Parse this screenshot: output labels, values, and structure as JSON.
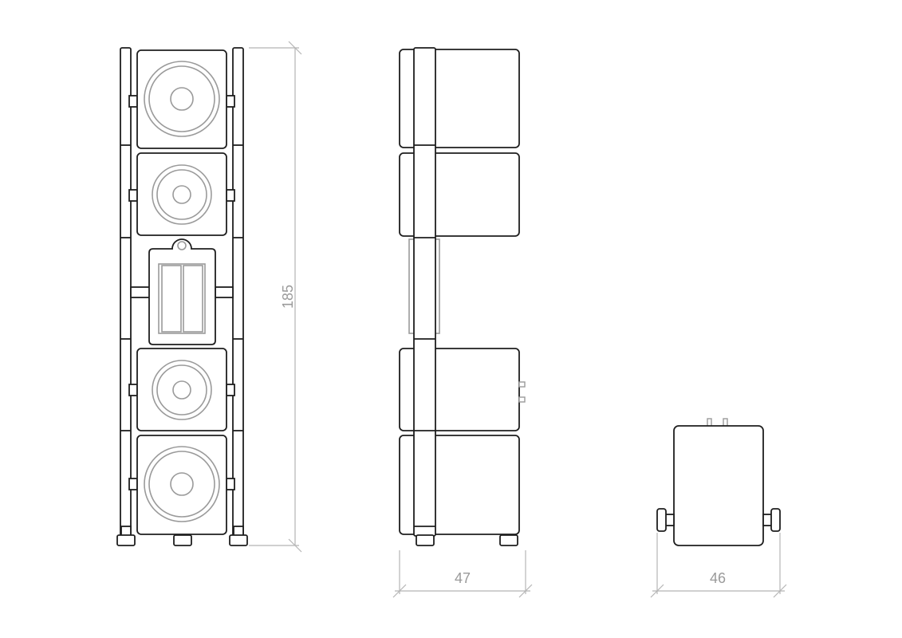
{
  "dimensions": {
    "height": "185",
    "depth": "47",
    "width": "46"
  },
  "colors": {
    "ink": "#1e1e1e",
    "detail": "#9a9a9a",
    "dimension": "#b5b5b5"
  }
}
